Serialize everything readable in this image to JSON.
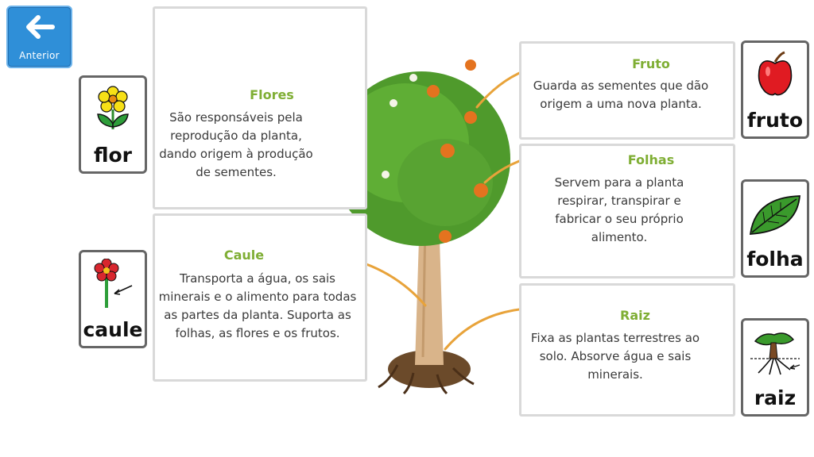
{
  "nav": {
    "back_label": "Anterior"
  },
  "pictograms": {
    "flor": "flor",
    "caule": "caule",
    "fruto": "fruto",
    "folha": "folha",
    "raiz": "raiz"
  },
  "infographic": {
    "flores": {
      "title": "Flores",
      "text": "São responsáveis pela reprodução da planta, dando origem à produção de sementes."
    },
    "caule": {
      "title": "Caule",
      "text": "Transporta a água, os sais minerais e o alimento para todas as partes da planta. Suporta as folhas, as flores e os frutos."
    },
    "fruto": {
      "title": "Fruto",
      "text": "Guarda as sementes que dão origem a uma nova planta."
    },
    "folhas": {
      "title": "Folhas",
      "text": "Servem para a planta respirar, transpirar e fabricar o seu próprio alimento."
    },
    "raiz": {
      "title": "Raiz",
      "text": "Fixa as plantas terrestres ao solo. Absorve água e sais minerais."
    }
  },
  "colors": {
    "accent_blue": "#2f8fd8",
    "title_green": "#7fae34",
    "arrow_orange": "#e8a33a"
  }
}
